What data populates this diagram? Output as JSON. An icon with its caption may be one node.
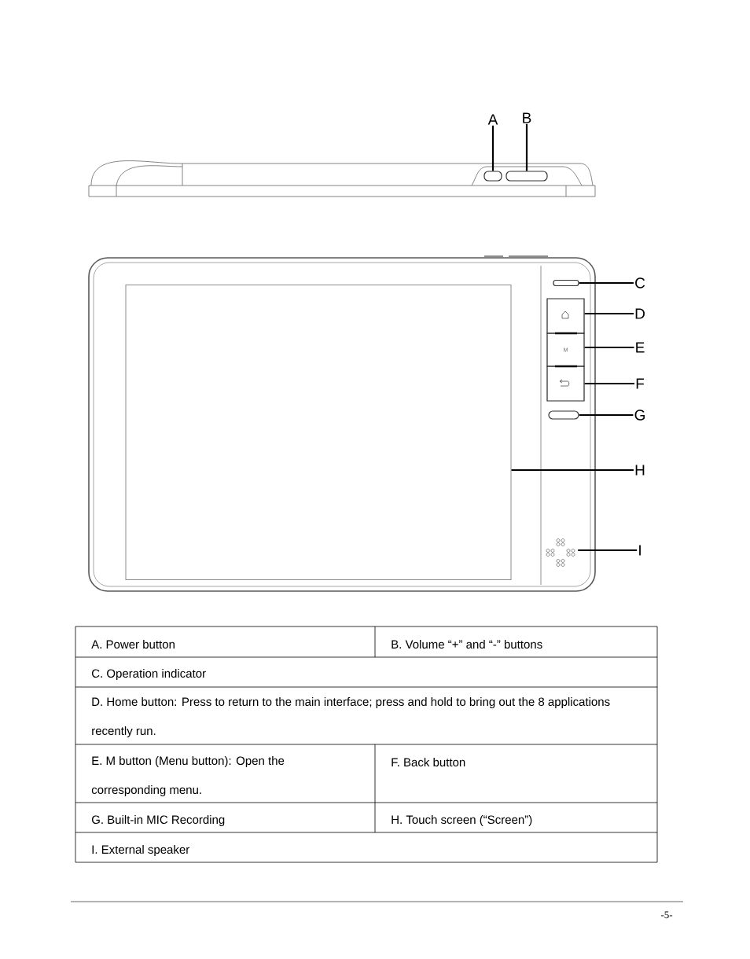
{
  "diagram": {
    "nodes": [
      {
        "text": [
          "A"
        ]
      },
      {
        "text": [
          "B"
        ]
      },
      {
        "text": [],
        "shape": "button"
      },
      {
        "text": [],
        "shape": "button"
      },
      {
        "text": [
          "C"
        ]
      },
      {
        "text": [],
        "shape": "bar"
      },
      {
        "text": [
          "D"
        ]
      },
      {
        "text": [],
        "shape": "box"
      },
      {
        "text": [
          "E"
        ]
      },
      {
        "text": [
          "M"
        ]
      },
      {
        "text": [
          "F"
        ]
      },
      {
        "text": [],
        "shape": "box"
      },
      {
        "text": [
          "G"
        ]
      },
      {
        "text": [],
        "shape": "button"
      },
      {
        "text": [
          "H"
        ]
      },
      {
        "text": [],
        "shape": "box"
      },
      {
        "text": [
          "I"
        ]
      },
      {
        "text": [],
        "shape": "grille"
      }
    ],
    "edges": [
      {
        "from": 0,
        "to": 2,
        "arrow": "none"
      },
      {
        "from": 1,
        "to": 3,
        "arrow": "none"
      },
      {
        "from": 4,
        "to": 5,
        "arrow": "none"
      },
      {
        "from": 6,
        "to": 7,
        "arrow": "none"
      },
      {
        "from": 8,
        "to": 9,
        "arrow": "none"
      },
      {
        "from": 10,
        "to": 11,
        "arrow": "none"
      },
      {
        "from": 12,
        "to": 13,
        "arrow": "none"
      },
      {
        "from": 14,
        "to": 15,
        "arrow": "none"
      },
      {
        "from": 16,
        "to": 17,
        "arrow": "none"
      }
    ],
    "labels": [
      "A. Power button",
      "B. Volume “+” and “-” buttons",
      "C. Operation indicator",
      "D. Home button: Press to return to the main interface; press and hold to bring out the 8 applications recently run.",
      "E. M button (Menu button): Open the corresponding menu.",
      "F. Back button",
      "G. Built-in MIC Recording",
      "H. Touch screen (“Screen”)",
      "I. External speaker",
      "-5-"
    ]
  }
}
